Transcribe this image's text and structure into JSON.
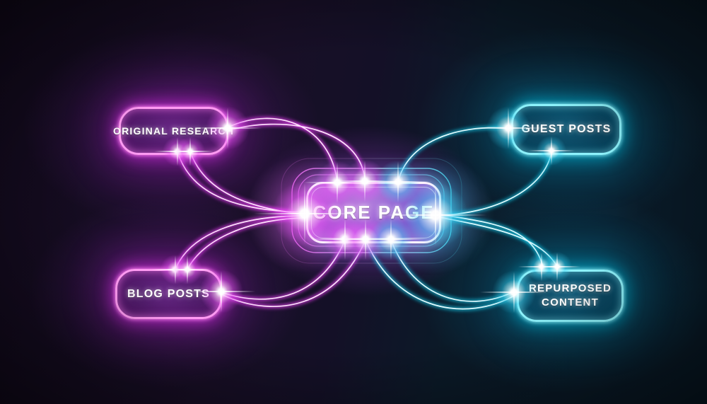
{
  "diagram": {
    "type": "mindmap",
    "style": "neon-glow",
    "colors": {
      "magenta": "#e93cf5",
      "cyan": "#19c9e8",
      "text": "#ffffff",
      "background_left": "#170d24",
      "background_right": "#0a1c2a"
    },
    "nodes": {
      "core": {
        "label": "CORE PAGE",
        "color": "magenta-cyan",
        "position": "center"
      },
      "original_research": {
        "label": "ORIGINAL RESEARCH",
        "color": "magenta",
        "position": "top-left"
      },
      "guest_posts": {
        "label": "GUEST POSTS",
        "color": "cyan",
        "position": "top-right"
      },
      "blog_posts": {
        "label": "BLOG POSTS",
        "color": "magenta",
        "position": "bottom-left"
      },
      "repurposed_content": {
        "label": "REPURPOSED CONTENT",
        "color": "cyan",
        "position": "bottom-right"
      }
    },
    "edges": [
      {
        "from": "original_research",
        "to": "core",
        "strands": 4,
        "color": "magenta"
      },
      {
        "from": "blog_posts",
        "to": "core",
        "strands": 4,
        "color": "magenta"
      },
      {
        "from": "guest_posts",
        "to": "core",
        "strands": 2,
        "color": "cyan"
      },
      {
        "from": "repurposed_content",
        "to": "core",
        "strands": 4,
        "color": "cyan"
      }
    ]
  }
}
